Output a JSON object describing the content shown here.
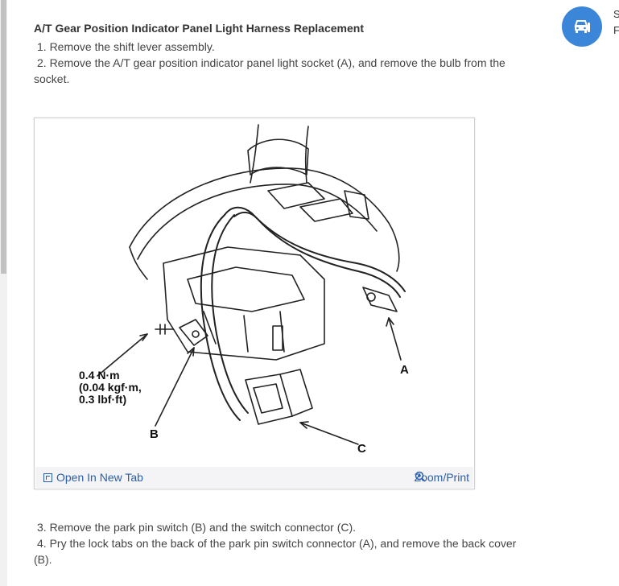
{
  "document": {
    "title": "A/T Gear Position Indicator Panel Light Harness Replacement",
    "steps_top": [
      "1. Remove the shift lever assembly.",
      "2. Remove the A/T gear position indicator panel light socket (A), and remove the bulb from the socket."
    ],
    "steps_bottom": [
      "3. Remove the park pin switch (B) and the switch connector (C).",
      "4. Pry the lock tabs on the back of the park pin switch connector (A), and remove the back cover (B)."
    ]
  },
  "figure": {
    "torque_label": "0.4 N·m\n(0.04 kgf·m,\n0.3 lbf·ft)",
    "callout_a": "A",
    "callout_b": "B",
    "callout_c": "C",
    "open_new_tab": "Open In New Tab",
    "zoom_print": "Zoom/Print"
  },
  "side_panel": {
    "icon": "car-repair-icon",
    "text_top": "S",
    "text_bottom": "F"
  },
  "colors": {
    "link": "#2a5ea8",
    "fab": "#3b86d8"
  }
}
